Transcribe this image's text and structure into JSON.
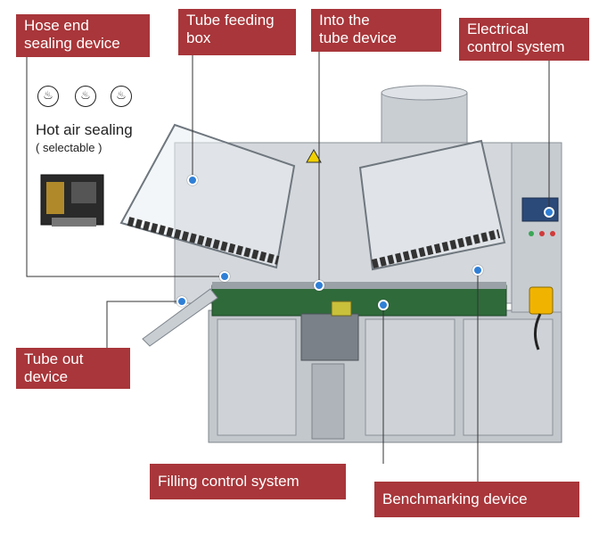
{
  "labels": {
    "hose_end": "Hose end\nsealing device",
    "tube_feeding": "Tube feeding\nbox",
    "into_tube": "Into the\ntube device",
    "electrical": "Electrical\ncontrol system",
    "tube_out": "Tube out\ndevice",
    "filling": "Filling control system",
    "benchmarking": "Benchmarking device"
  },
  "sealing_info": {
    "title": "Hot air sealing",
    "subtitle": "( selectable )",
    "mode_icons": [
      "sealing-mode-icon-1",
      "sealing-mode-icon-2",
      "sealing-mode-icon-3"
    ]
  },
  "colors": {
    "label_bg": "#a8363a",
    "label_text": "#ffffff",
    "callout_dot": "#2f7fd6",
    "leader_line": "#333333"
  }
}
